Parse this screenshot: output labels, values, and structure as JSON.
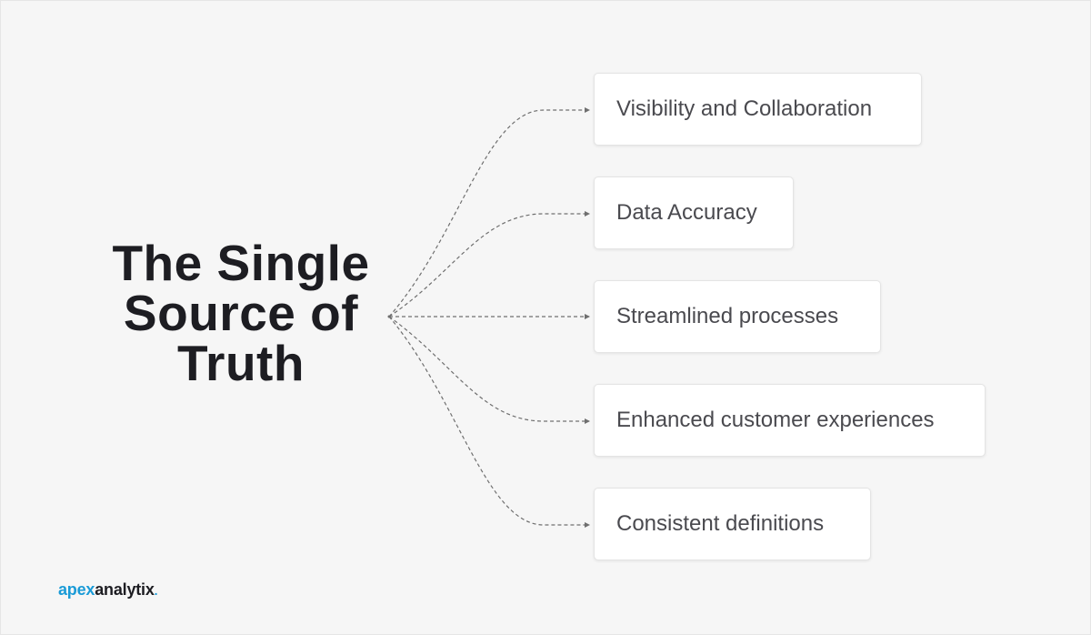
{
  "title": {
    "line1": "The Single",
    "line2": "Source of",
    "line3": "Truth"
  },
  "items": [
    "Visibility and Collaboration",
    "Data Accuracy",
    "Streamlined processes",
    "Enhanced customer experiences",
    "Consistent definitions"
  ],
  "logo": {
    "part1": "apex",
    "part2": "analytix",
    "suffix": "."
  },
  "colors": {
    "background": "#f6f6f6",
    "title": "#1d1d22",
    "item_text": "#4a4a4f",
    "connector": "#6f6f6f",
    "brand_blue": "#1a9bd7"
  }
}
